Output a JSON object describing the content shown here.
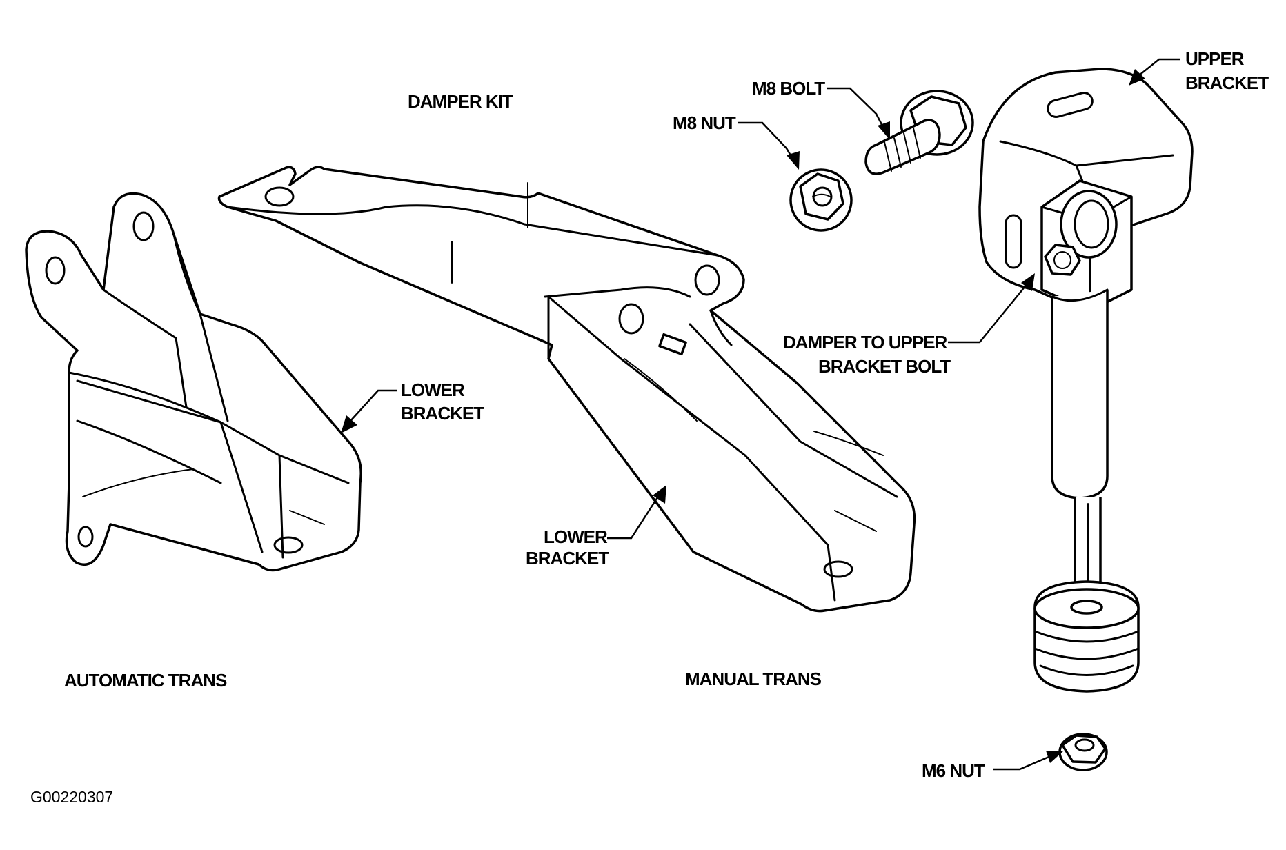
{
  "labels": {
    "damper_kit": "DAMPER KIT",
    "m8_bolt": "M8 BOLT",
    "m8_nut": "M8 NUT",
    "upper_bracket_1": "UPPER",
    "upper_bracket_2": "BRACKET",
    "damper_bolt_1": "DAMPER TO UPPER",
    "damper_bolt_2": "BRACKET BOLT",
    "lower_bracket_auto_1": "LOWER",
    "lower_bracket_auto_2": "BRACKET",
    "lower_bracket_manual_1": "LOWER",
    "lower_bracket_manual_2": "BRACKET",
    "automatic_trans": "AUTOMATIC TRANS",
    "manual_trans": "MANUAL TRANS",
    "m6_nut": "M6 NUT"
  },
  "figure_id": "G00220307"
}
